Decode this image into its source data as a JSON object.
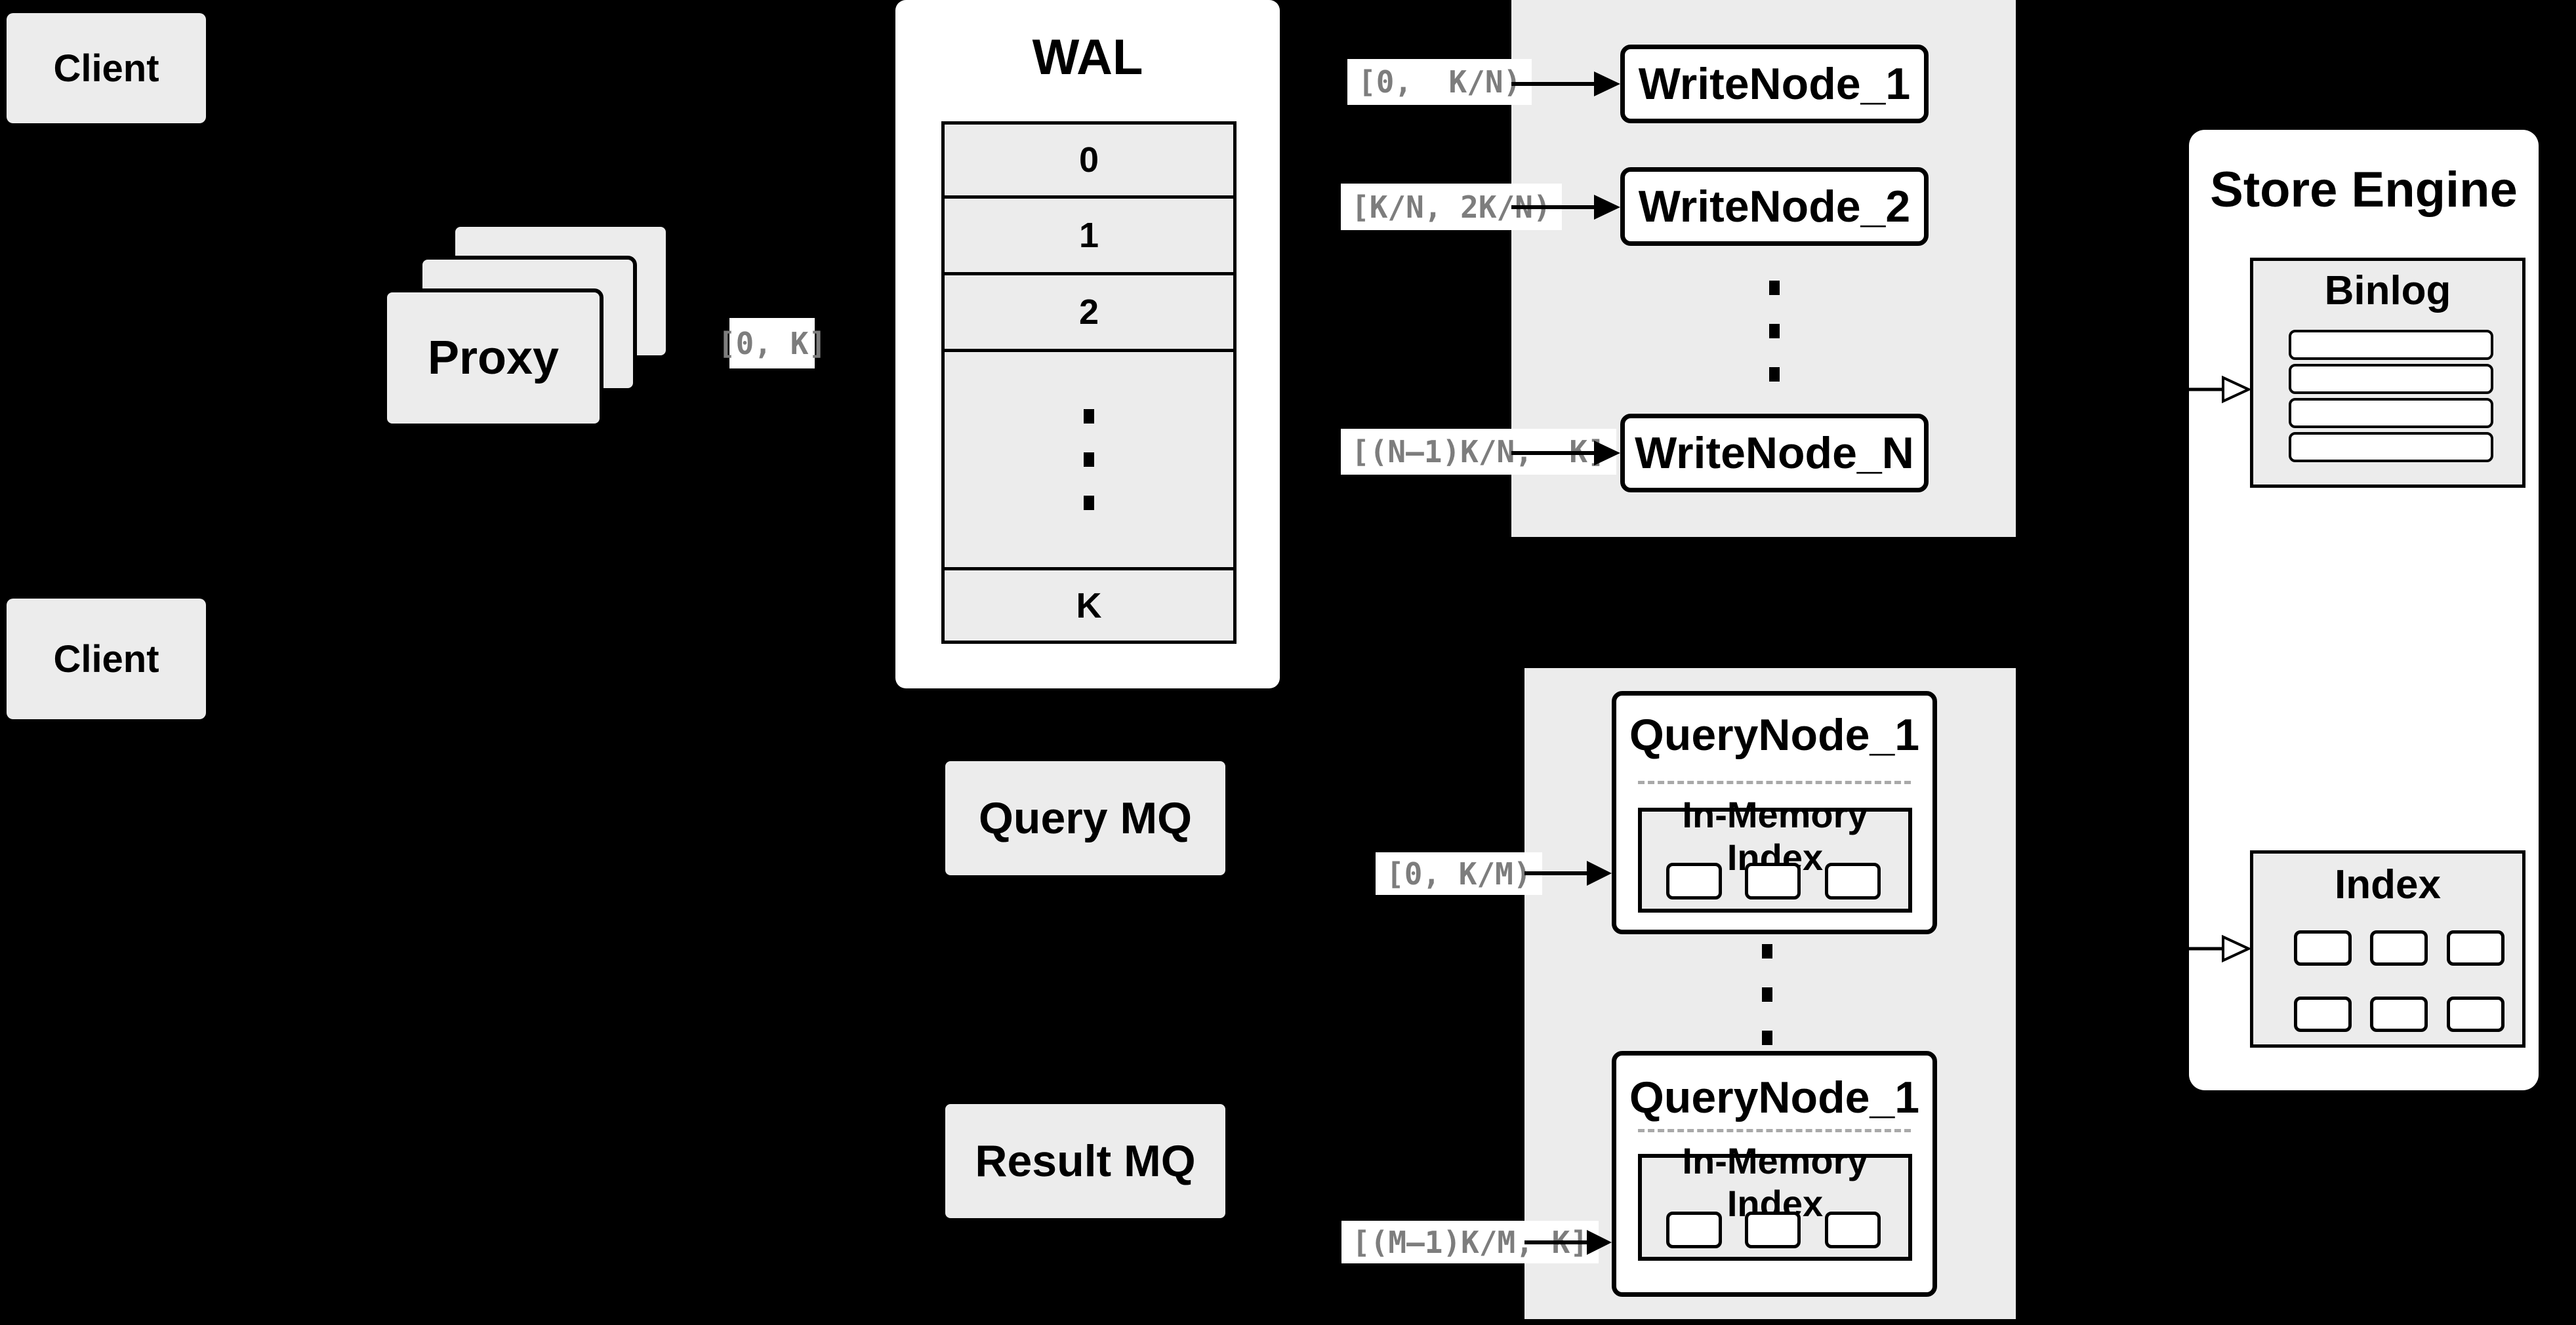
{
  "colors": {
    "background": "#000000",
    "panel_gray": "#ececec",
    "box_white": "#ffffff",
    "border_black": "#000000",
    "interval_text_gray": "#7d7d7d",
    "dashed_gray": "#a9a9a9"
  },
  "clients": {
    "top": "Client",
    "bottom": "Client"
  },
  "proxy": {
    "label": "Proxy"
  },
  "intervals": {
    "proxy_to_wal": "[0, K]",
    "write_1": "[0,  K/N)",
    "write_2": "[K/N, 2K/N)",
    "write_n": "[(N–1)K/N,  K]",
    "query_1": "[0, K/M)",
    "query_m": "[(M–1)K/M, K]"
  },
  "wal": {
    "title": "WAL",
    "seg_0": "0",
    "seg_1": "1",
    "seg_2": "2",
    "seg_last": "K"
  },
  "write_nodes": {
    "node_1": "WriteNode_1",
    "node_2": "WriteNode_2",
    "node_n": "WriteNode_N"
  },
  "mq": {
    "query": "Query MQ",
    "result": "Result MQ"
  },
  "query_nodes": {
    "node_1": {
      "title": "QueryNode_1",
      "inner_title": "In-Memory Index"
    },
    "node_2": {
      "title": "QueryNode_1",
      "inner_title": "In-Memory Index"
    }
  },
  "store_engine": {
    "title": "Store Engine",
    "binlog": "Binlog",
    "index": "Index"
  }
}
